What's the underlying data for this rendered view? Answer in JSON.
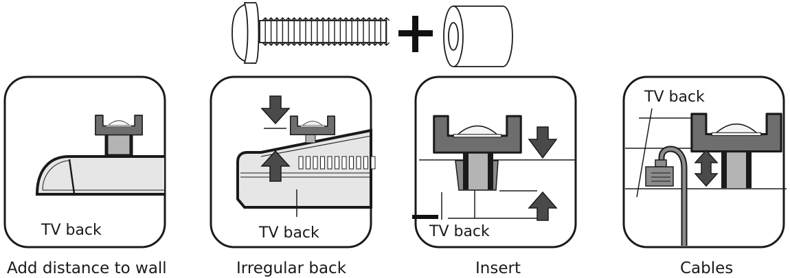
{
  "hardware": {
    "items": [
      "screw",
      "spacer"
    ],
    "operator": "+"
  },
  "panels": [
    {
      "id": "add-distance",
      "inner_label": "TV back",
      "caption": "Add distance to wall"
    },
    {
      "id": "irregular-back",
      "inner_label": "TV back",
      "caption": "Irregular back"
    },
    {
      "id": "insert",
      "inner_label": "TV back",
      "caption": "Insert"
    },
    {
      "id": "cables",
      "inner_label": "TV back",
      "caption": "Cables"
    }
  ],
  "colors": {
    "outline": "#1a1a1a",
    "bracket_fill": "#6e6e6e",
    "spacer_fill": "#b4b4b4",
    "arrow_fill": "#4a4a4a",
    "tv_fill": "#e6e6e6",
    "cable_fill": "#8c8c8c"
  }
}
